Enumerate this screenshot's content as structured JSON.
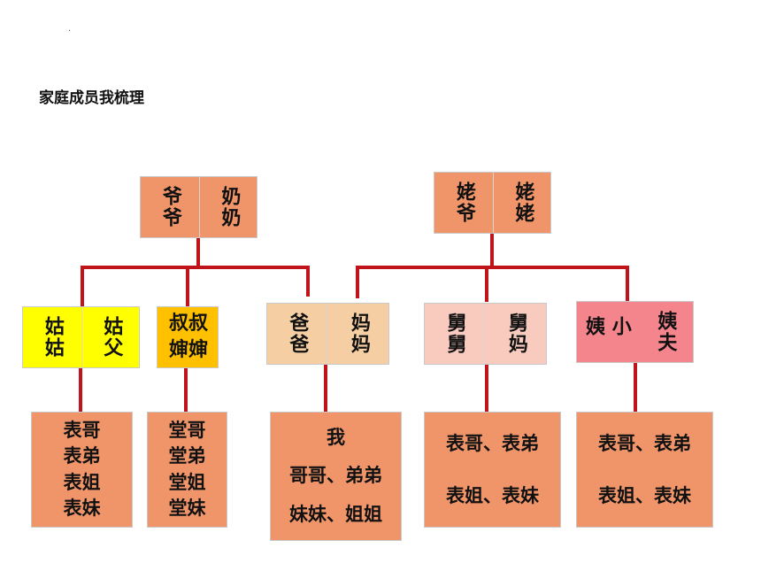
{
  "dot": "·",
  "title": "家庭成员我梳理",
  "grandparents_paternal": [
    "爷爷",
    "奶奶"
  ],
  "grandparents_maternal": [
    "姥爷",
    "姥姥"
  ],
  "aunt_gu": [
    "姑姑",
    "姑父"
  ],
  "uncle_shu": [
    "叔叔",
    "婶婶"
  ],
  "parents": [
    "爸爸",
    "妈妈"
  ],
  "uncle_jiu": [
    "舅舅",
    "舅妈"
  ],
  "aunt_yi": [
    "小姨",
    "姨夫"
  ],
  "children": {
    "gu": [
      "表哥",
      "表弟",
      "表姐",
      "表妹"
    ],
    "shu": [
      "堂哥",
      "堂弟",
      "堂姐",
      "堂妹"
    ],
    "me": [
      "我",
      "哥哥、弟弟",
      "妹妹、姐姐"
    ],
    "jiu": [
      "表哥、表弟",
      "表姐、表妹"
    ],
    "yi": [
      "表哥、表弟",
      "表姐、表妹"
    ]
  },
  "colors": {
    "grandparent": "#f0956a",
    "gu": "#ffff00",
    "shu": "#ffc000",
    "parents": "#f5cfa3",
    "jiu": "#f9cbbe",
    "yi": "#f5858c",
    "child": "#f0956a",
    "connector": "#c0141b"
  }
}
